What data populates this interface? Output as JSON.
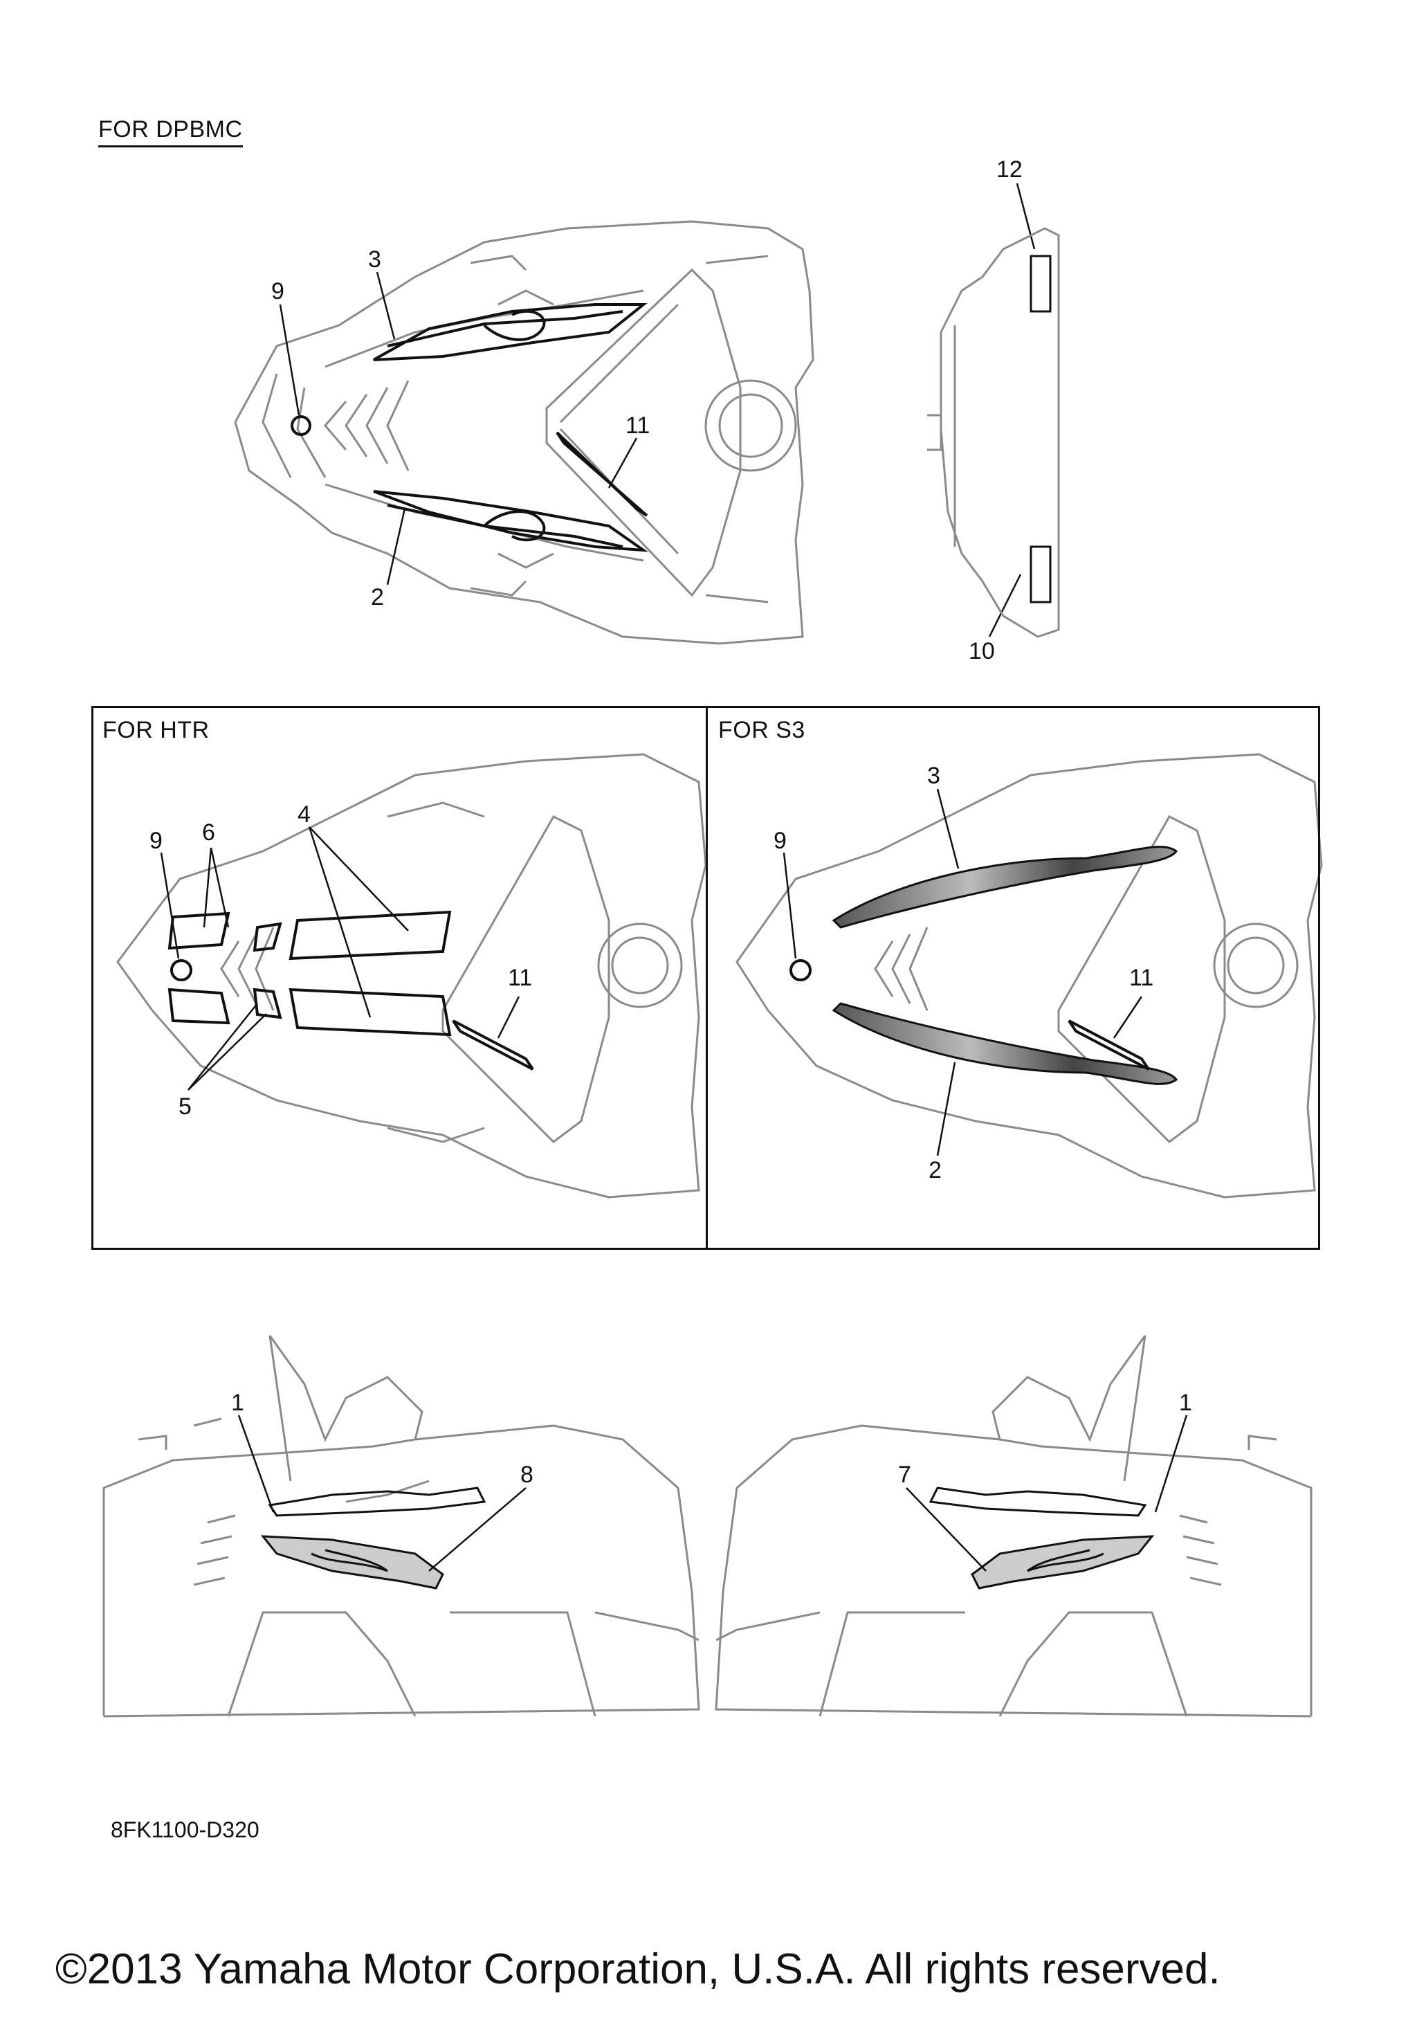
{
  "sections": {
    "dpbmc": "FOR DPBMC",
    "htr": "FOR HTR",
    "s3": "FOR S3"
  },
  "callouts": {
    "dpbmc": {
      "c3": "3",
      "c9": "9",
      "c11": "11",
      "c2": "2",
      "c12": "12",
      "c10": "10"
    },
    "htr": {
      "c4": "4",
      "c6": "6",
      "c9": "9",
      "c11": "11",
      "c5": "5"
    },
    "s3": {
      "c3": "3",
      "c9": "9",
      "c11": "11",
      "c2": "2"
    },
    "side": {
      "c1_left": "1",
      "c8": "8",
      "c1_right": "1",
      "c7": "7"
    }
  },
  "drawing_code": "8FK1100-D320",
  "copyright": "©2013 Yamaha Motor Corporation, U.S.A. All rights reserved.",
  "colors": {
    "line": "#111111",
    "outline_light": "#8a8a8a"
  }
}
